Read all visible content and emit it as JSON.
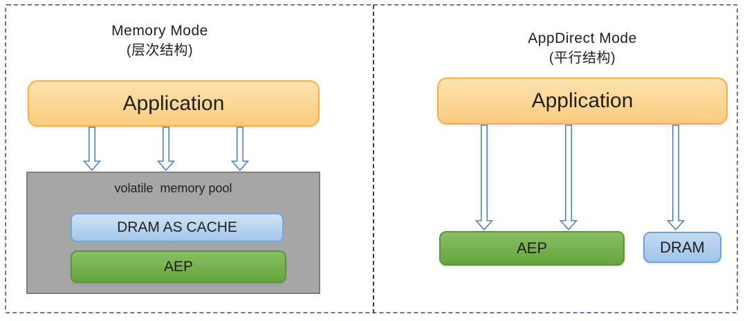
{
  "colors": {
    "page-bg": "#ffffff",
    "text": "#1f1f1f",
    "outer-border": "#5c7ba6",
    "divider": "#3d3d3d",
    "app-fill-top": "#fde2ae",
    "app-fill-bottom": "#fbcc7f",
    "app-border": "#f3b04a",
    "pool-fill": "#a6a6a6",
    "pool-border": "#7f7f7f",
    "cache-fill-top": "#cfe3f6",
    "cache-fill-bottom": "#a2c7ea",
    "cache-border": "#74a7db",
    "aep-fill-top": "#8abf63",
    "aep-fill-bottom": "#63a53c",
    "aep-border": "#5a9636",
    "dram-fill-top": "#c2daf1",
    "dram-fill-bottom": "#9fc4e9",
    "dram-border": "#6fa0d4",
    "arrow-stroke": "#4d7dc4",
    "arrow-fill": "#ffffff"
  },
  "icons": {
    "flow_arrow": "hollow-down-arrow"
  },
  "panels": {
    "left": {
      "title": "Memory Mode",
      "subtitle": "(层次结构)",
      "application": "Application",
      "pool_label": "volatile  memory pool",
      "cache": "DRAM AS CACHE",
      "aep": "AEP"
    },
    "right": {
      "title": "AppDirect Mode",
      "subtitle": "(平行结构)",
      "application": "Application",
      "aep": "AEP",
      "dram": "DRAM"
    }
  }
}
